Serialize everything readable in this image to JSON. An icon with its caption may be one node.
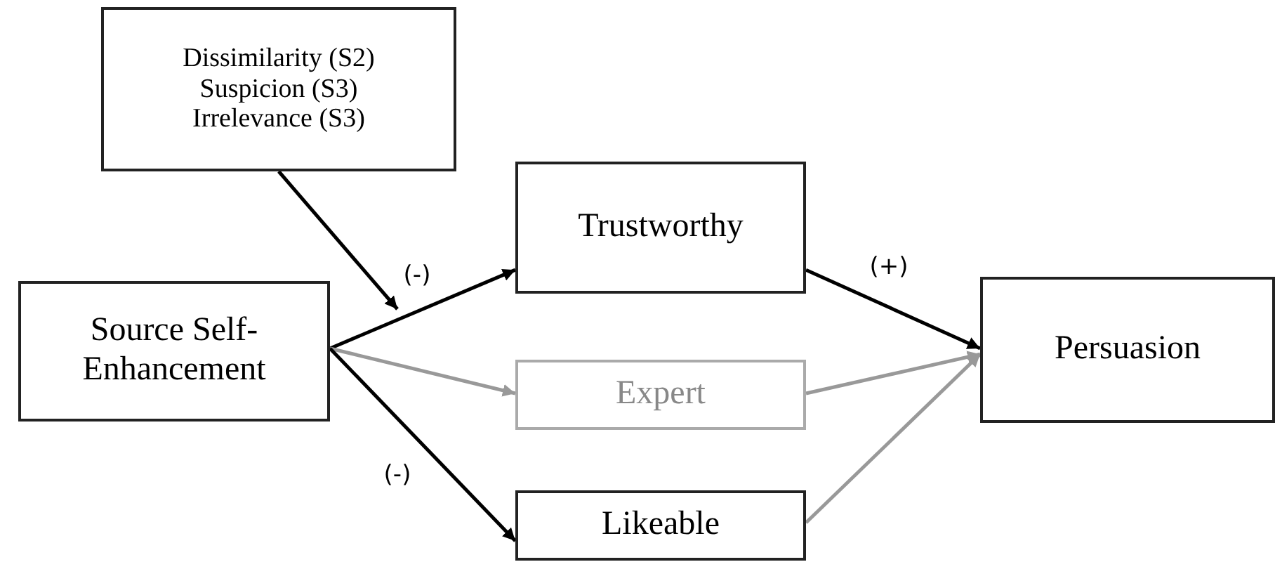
{
  "diagram": {
    "nodes": [
      {
        "text": [
          "Dissimilarity (S2)",
          "Suspicion (S3)",
          "Irrelevance (S3)"
        ]
      },
      {
        "text": [
          "Source Self-Enhancement"
        ]
      },
      {
        "text": [
          "Trustworthy"
        ]
      },
      {
        "text": [
          "Expert"
        ]
      },
      {
        "text": [
          "Likeable"
        ]
      },
      {
        "text": [
          "Persuasion"
        ]
      }
    ],
    "edges": [
      {
        "from": 0,
        "to": null,
        "arrow": "to"
      },
      {
        "from": 1,
        "to": 2,
        "arrow": "to",
        "label": "(-)"
      },
      {
        "from": 1,
        "to": 3,
        "arrow": "to",
        "color": "#999999"
      },
      {
        "from": 1,
        "to": 4,
        "arrow": "to",
        "label": "(-)"
      },
      {
        "from": 2,
        "to": 5,
        "arrow": "to",
        "label": "(+)"
      },
      {
        "from": 3,
        "to": 5,
        "arrow": "to",
        "color": "#999999"
      },
      {
        "from": 4,
        "to": 5,
        "arrow": "to",
        "color": "#999999"
      }
    ]
  }
}
